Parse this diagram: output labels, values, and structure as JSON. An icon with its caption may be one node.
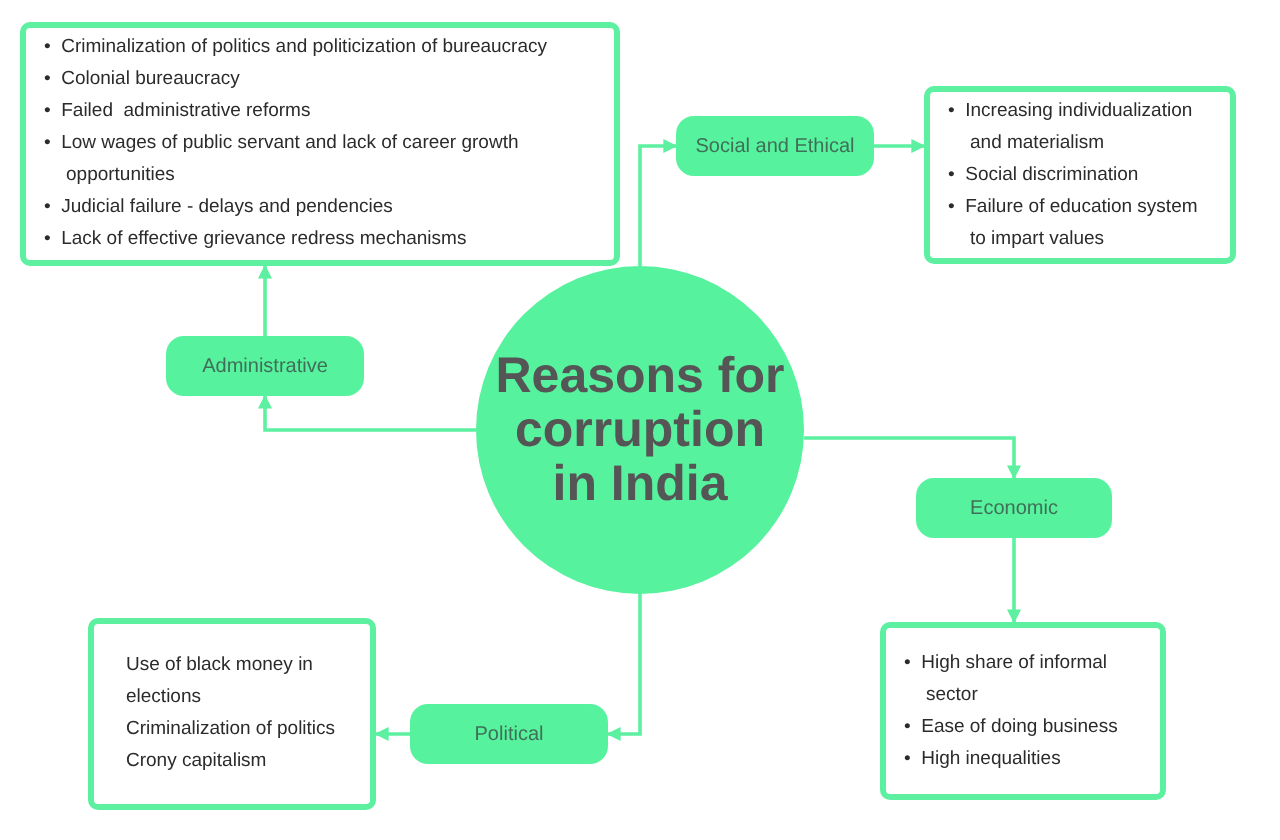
{
  "diagram": {
    "nodes": [
      {
        "text": [
          "Reasons for corruption in India"
        ]
      },
      {
        "text": [
          "Administrative"
        ]
      },
      {
        "text": [
          "•  Criminalization of politics and politicization of bureaucracy",
          "•  Colonial bureaucracy",
          "•  Failed  administrative reforms",
          "•  Low wages of public servant and lack of career growth opportunities",
          "•  Judicial failure - delays and pendencies",
          "•  Lack of effective grievance redress mechanisms"
        ]
      },
      {
        "text": [
          "Social and Ethical"
        ]
      },
      {
        "text": [
          "•  Increasing individualization and materialism",
          "•  Social discrimination",
          "•  Failure of education system to impart values"
        ]
      },
      {
        "text": [
          "Economic"
        ]
      },
      {
        "text": [
          "•  High share of informal sector",
          "•  Ease of doing business",
          "•  High inequalities"
        ]
      },
      {
        "text": [
          "Political"
        ]
      },
      {
        "text": [
          "Use of black money in elections",
          "Criminalization of politics",
          "Crony capitalism"
        ]
      }
    ],
    "edges": [
      {
        "from": 0,
        "to": 1,
        "arrow": "to"
      },
      {
        "from": 1,
        "to": 2,
        "arrow": "to"
      },
      {
        "from": 0,
        "to": 3,
        "arrow": "to"
      },
      {
        "from": 3,
        "to": 4,
        "arrow": "to"
      },
      {
        "from": 0,
        "to": 5,
        "arrow": "to"
      },
      {
        "from": 5,
        "to": 6,
        "arrow": "to"
      },
      {
        "from": 0,
        "to": 7,
        "arrow": "to"
      },
      {
        "from": 7,
        "to": 8,
        "arrow": "to"
      }
    ]
  }
}
